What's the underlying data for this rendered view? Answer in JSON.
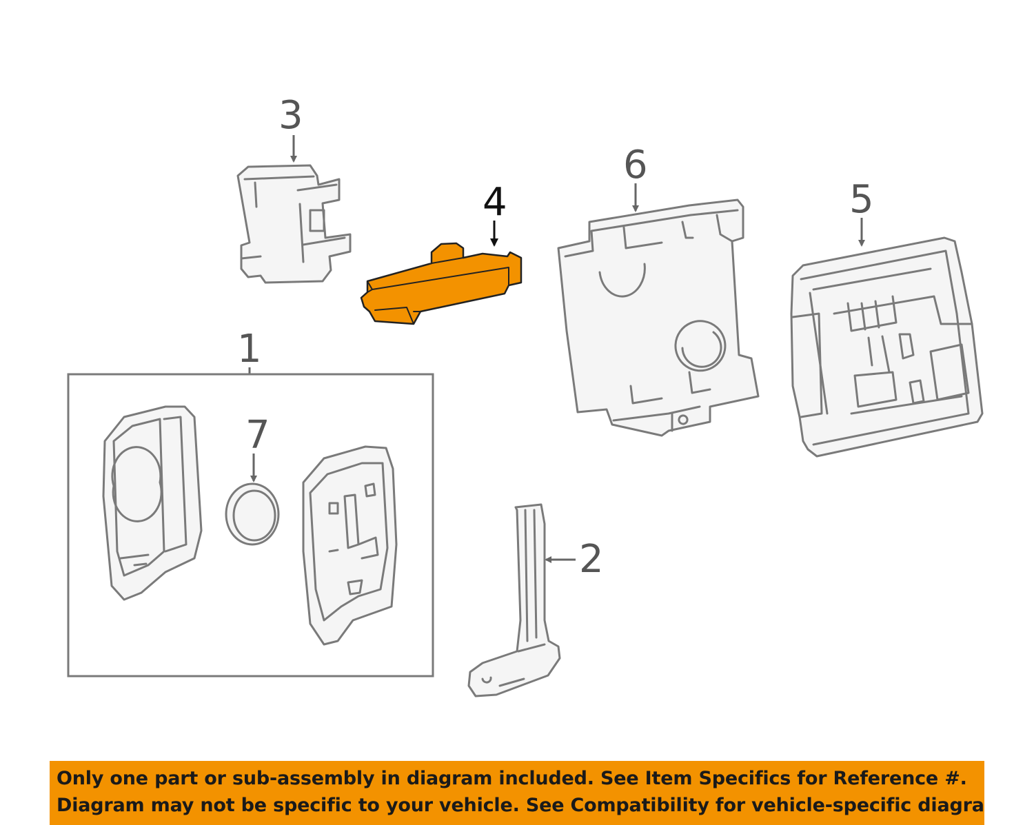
{
  "callouts": {
    "c1": "1",
    "c2": "2",
    "c3": "3",
    "c4": "4",
    "c5": "5",
    "c6": "6",
    "c7": "7"
  },
  "highlight_color": "#f39200",
  "banner": {
    "line1": "Only one part or sub-assembly in diagram included. See Item Specifics for Reference #.",
    "line2": "Diagram may not be specific to your vehicle. See Compatibility for vehicle-specific diagrams."
  }
}
